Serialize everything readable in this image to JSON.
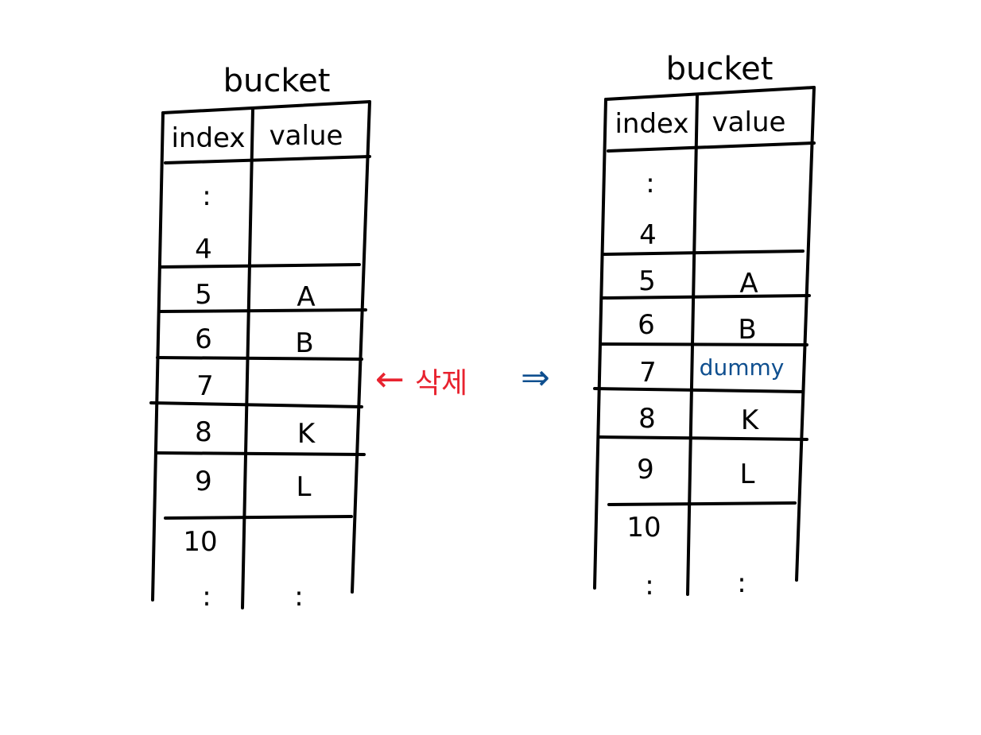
{
  "left_table": {
    "title": "bucket",
    "header": {
      "index": "index",
      "value": "value"
    },
    "rows": [
      {
        "index": ":",
        "value": ""
      },
      {
        "index": "4",
        "value": ""
      },
      {
        "index": "5",
        "value": "A"
      },
      {
        "index": "6",
        "value": "B"
      },
      {
        "index": "7",
        "value": ""
      },
      {
        "index": "8",
        "value": "K"
      },
      {
        "index": "9",
        "value": "L"
      },
      {
        "index": "10",
        "value": ""
      },
      {
        "index": ":",
        "value": ":"
      }
    ]
  },
  "right_table": {
    "title": "bucket",
    "header": {
      "index": "index",
      "value": "value"
    },
    "rows": [
      {
        "index": ":",
        "value": ""
      },
      {
        "index": "4",
        "value": ""
      },
      {
        "index": "5",
        "value": "A"
      },
      {
        "index": "6",
        "value": "B"
      },
      {
        "index": "7",
        "value": "dummy"
      },
      {
        "index": "8",
        "value": "K"
      },
      {
        "index": "9",
        "value": "L"
      },
      {
        "index": "10",
        "value": ""
      },
      {
        "index": ":",
        "value": ":"
      }
    ]
  },
  "annotation": {
    "arrow": "←",
    "label": "삭제",
    "color": "#e8232f"
  },
  "transition": {
    "arrow": "⇒",
    "color": "#0f4f8f"
  }
}
